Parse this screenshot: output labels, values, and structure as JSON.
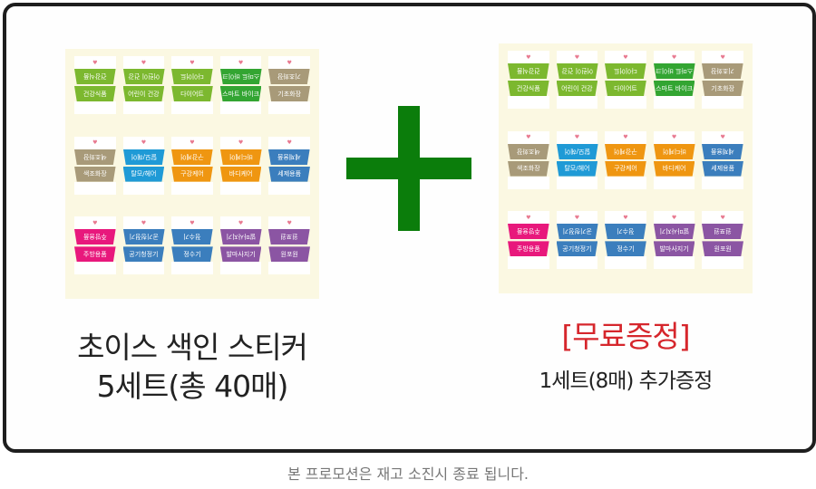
{
  "colors": {
    "green": "#7cb82f",
    "darkgreen": "#33a532",
    "tan": "#a89a79",
    "blue": "#1f9ad6",
    "orange": "#ef9611",
    "pink": "#e8187c",
    "steel": "#3b7ebd",
    "purple": "#8b55a3",
    "plus": "#0b7d0b",
    "free": "#d6262c"
  },
  "sheets": {
    "left": [
      {
        "top": "건강식품",
        "bottom": "건강식품",
        "color": "green"
      },
      {
        "top": "어린이 건강",
        "bottom": "어린이 건강",
        "color": "green"
      },
      {
        "top": "다이어트",
        "bottom": "다이어트",
        "color": "green"
      },
      {
        "top": "스마트 바이크",
        "bottom": "스마트 바이크",
        "color": "darkgreen"
      },
      {
        "top": "기초화장",
        "bottom": "기초화장",
        "color": "tan"
      },
      {
        "top": "색조화장",
        "bottom": "색조화장",
        "color": "tan"
      },
      {
        "top": "탈모/헤어",
        "bottom": "탈모/헤어",
        "color": "blue"
      },
      {
        "top": "구강케어",
        "bottom": "구강케어",
        "color": "orange"
      },
      {
        "top": "바디케어",
        "bottom": "바디케어",
        "color": "orange"
      },
      {
        "top": "세제용품",
        "bottom": "세제용품",
        "color": "steel"
      },
      {
        "top": "주방용품",
        "bottom": "주방용품",
        "color": "pink"
      },
      {
        "top": "공기청정기",
        "bottom": "공기청정기",
        "color": "steel"
      },
      {
        "top": "정수기",
        "bottom": "정수기",
        "color": "steel"
      },
      {
        "top": "발마사지기",
        "bottom": "발마사지기",
        "color": "purple"
      },
      {
        "top": "원포원",
        "bottom": "원포원",
        "color": "purple"
      }
    ],
    "right": [
      {
        "top": "건강식품",
        "bottom": "건강식품",
        "color": "green"
      },
      {
        "top": "어린이 건강",
        "bottom": "어린이 건강",
        "color": "green"
      },
      {
        "top": "다이어트",
        "bottom": "다이어트",
        "color": "green"
      },
      {
        "top": "스마트 바이크",
        "bottom": "스마트 바이크",
        "color": "darkgreen"
      },
      {
        "top": "기초화장",
        "bottom": "기초화장",
        "color": "tan"
      },
      {
        "top": "색조화장",
        "bottom": "색조화장",
        "color": "tan"
      },
      {
        "top": "탈모/헤어",
        "bottom": "탈모/헤어",
        "color": "blue"
      },
      {
        "top": "구강케어",
        "bottom": "구강케어",
        "color": "orange"
      },
      {
        "top": "바디케어",
        "bottom": "바디케어",
        "color": "orange"
      },
      {
        "top": "세제용품",
        "bottom": "세제용품",
        "color": "steel"
      },
      {
        "top": "주방용품",
        "bottom": "주방용품",
        "color": "pink"
      },
      {
        "top": "공기청정기",
        "bottom": "공기청정기",
        "color": "steel"
      },
      {
        "top": "정수기",
        "bottom": "정수기",
        "color": "steel"
      },
      {
        "top": "발마사지기",
        "bottom": "발마사지기",
        "color": "purple"
      },
      {
        "top": "원포원",
        "bottom": "원포원",
        "color": "purple"
      }
    ]
  },
  "caption_left": {
    "line1": "초이스 색인 스티커",
    "line2": "5세트(총 40매)"
  },
  "caption_right": {
    "title": "[무료증정]",
    "subtitle": "1세트(8매) 추가증정"
  },
  "footnote": "본 프로모션은 재고 소진시 종료 됩니다."
}
